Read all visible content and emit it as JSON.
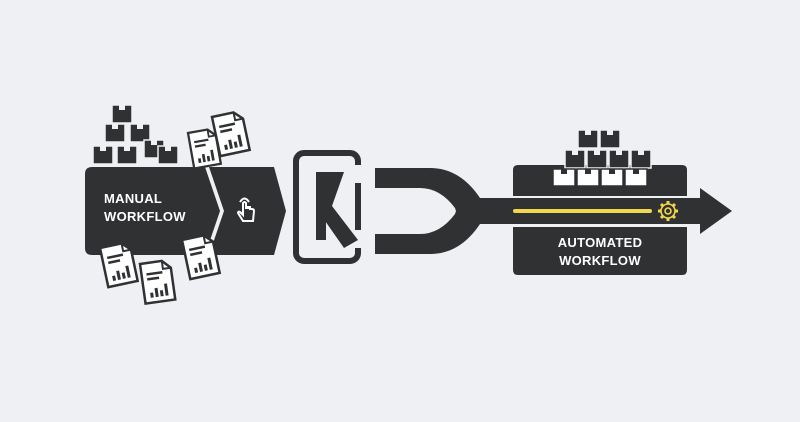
{
  "manual": {
    "line1": "MANUAL",
    "line2": "WORKFLOW"
  },
  "automated": {
    "line1": "AUTOMATED",
    "line2": "WORKFLOW"
  },
  "icons": [
    "box-icon",
    "document-chart-icon",
    "hand-pointer-icon",
    "k-logo-icon",
    "gear-icon",
    "arrow-icon"
  ],
  "colors": {
    "background": "#eef0f3",
    "dark": "#2f3133",
    "accent": "#f2d64b",
    "paper": "#ffffff"
  }
}
